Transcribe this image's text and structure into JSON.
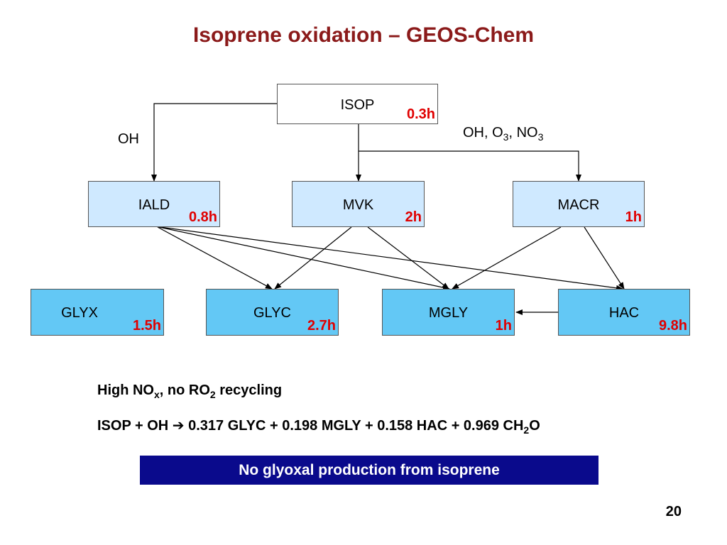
{
  "title": "Isoprene oxidation – GEOS-Chem",
  "nodes": {
    "isop": {
      "name": "ISOP",
      "lifetime": "0.3h"
    },
    "iald": {
      "name": "IALD",
      "lifetime": "0.8h"
    },
    "mvk": {
      "name": "MVK",
      "lifetime": "2h"
    },
    "macr": {
      "name": "MACR",
      "lifetime": "1h"
    },
    "glyx": {
      "name": "GLYX",
      "lifetime": "1.5h"
    },
    "glyc": {
      "name": "GLYC",
      "lifetime": "2.7h"
    },
    "mgly": {
      "name": "MGLY",
      "lifetime": "1h"
    },
    "hac": {
      "name": "HAC",
      "lifetime": "9.8h"
    }
  },
  "labels": {
    "oh": "OH",
    "oxidants": {
      "a": "OH, O",
      "b": ", NO",
      "sub": "3"
    }
  },
  "conditions": {
    "a": "High NO",
    "sub_x": "x",
    "b": ", no RO",
    "sub_2": "2",
    "c": " recycling"
  },
  "equation": {
    "a": "ISOP + OH ",
    "arrow": "➔",
    "b": " 0.317 GLYC + 0.198 MGLY + 0.158 HAC + 0.969 CH",
    "sub": "2",
    "c": "O"
  },
  "banner": "No glyoxal production from isoprene",
  "page_number": "20",
  "colors": {
    "title": "#8b1a1a",
    "lifetime": "#e00000",
    "mid_box": "#cfe9ff",
    "low_box": "#63c8f5",
    "banner": "#0a0a8c"
  }
}
